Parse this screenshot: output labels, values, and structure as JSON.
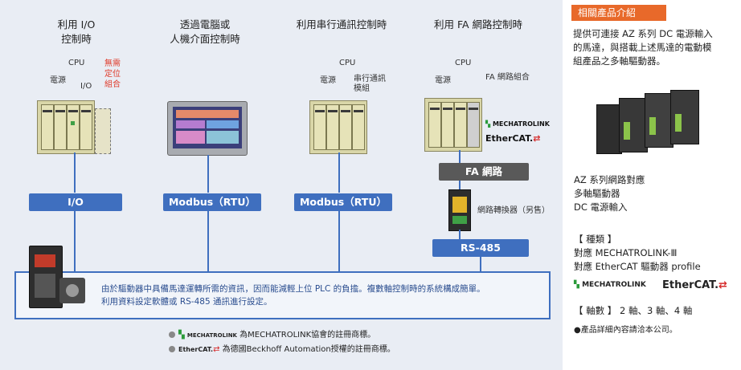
{
  "columns": [
    {
      "heading_line1": "利用 I/O",
      "heading_line2": "控制時",
      "bus": "I/O",
      "labels": {
        "power": "電源",
        "cpu": "CPU",
        "io": "I/O",
        "extra1": "無需",
        "extra2": "定位",
        "extra3": "組合"
      }
    },
    {
      "heading_line1": "透過電腦或",
      "heading_line2": "人機介面控制時",
      "bus": "Modbus（RTU）"
    },
    {
      "heading_line1": "利用串行通訊控制時",
      "bus": "Modbus（RTU）",
      "labels": {
        "power": "電源",
        "cpu": "CPU",
        "serial1": "串行通訊",
        "serial2": "模組"
      }
    },
    {
      "heading_line1": "利用 FA 網路控制時",
      "bus": "RS-485",
      "labels": {
        "power": "電源",
        "cpu": "CPU",
        "fa_unit": "FA 網路組合",
        "fa_net": "FA 網路",
        "converter": "網路轉換器（另售）"
      }
    }
  ],
  "logos": {
    "mechatrolink": "MECHATROLINK",
    "ethercat": "EtherCAT."
  },
  "info": {
    "line1": "由於驅動器中具備馬達運轉所需的資訊，因而能減輕上位 PLC 的負擔。複數軸控制時的系統構成簡單。",
    "line2": "利用資料設定軟體或 RS-485 通訊進行設定。"
  },
  "trademarks": {
    "mech_note": "為MECHATROLINK協會的註冊商標。",
    "ether_note": "為德國Beckhoff Automation授權的註冊商標。"
  },
  "sidebar": {
    "tag": "相關產品介紹",
    "desc1": "提供可連接 AZ 系列 DC 電源輸入",
    "desc2": "的馬達，與搭載上述馬達的電動模",
    "desc3": "組產品之多軸驅動器。",
    "product1": "AZ 系列網路對應",
    "product2": "多軸驅動器",
    "product3": "DC 電源輸入",
    "type_head": "【 種類 】",
    "type1": "對應 MECHATROLINK-Ⅲ",
    "type2": "對應 EtherCAT 驅動器 profile",
    "axes": "【 軸數 】 2 軸、3 軸、4 軸",
    "note": "●產品詳細內容請洽本公司。"
  },
  "colors": {
    "bus_blue": "#3f6fbf",
    "accent_orange": "#e8692a",
    "panel_bg": "#e9edf4",
    "fa_gray": "#595959"
  }
}
